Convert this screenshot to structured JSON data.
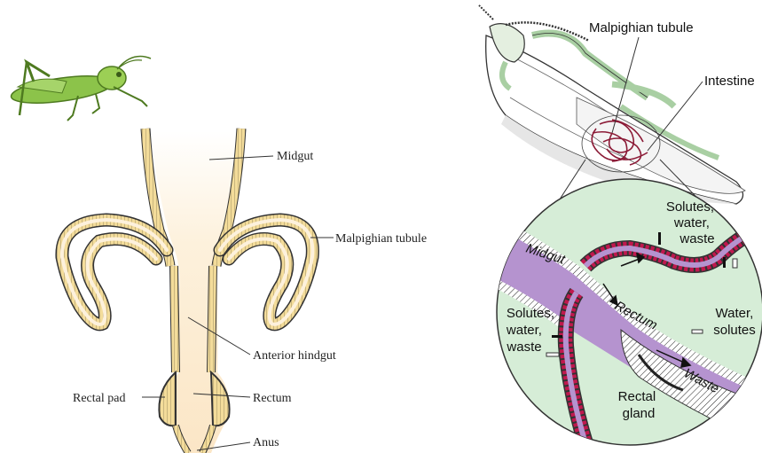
{
  "left_panel": {
    "labels": {
      "midgut": "Midgut",
      "malpighian_tubule": "Malpighian tubule",
      "anterior_hindgut": "Anterior hindgut",
      "rectal_pad": "Rectal pad",
      "rectum": "Rectum",
      "anus": "Anus"
    }
  },
  "right_panel": {
    "labels": {
      "malpighian_tubule": "Malpighian tubule",
      "intestine": "Intestine",
      "midgut": "Midgut",
      "rectum": "Rectum",
      "waste": "Waste",
      "solutes_water_waste_top": [
        "Solutes,",
        "water,",
        "waste"
      ],
      "solutes_water_waste_left": [
        "Solutes,",
        "water,",
        "waste"
      ],
      "water_solutes": [
        "Water,",
        "solutes"
      ],
      "rectal_gland": [
        "Rectal",
        "gland"
      ]
    }
  },
  "colors": {
    "tubule_wall": "#f3dc9a",
    "gut_lumen": "#fdf1dc",
    "grasshopper": "#8cc34a",
    "circle_background": "#d6edd7",
    "gut_purple": "#b593cf",
    "tubule_red": "#c0184e"
  }
}
